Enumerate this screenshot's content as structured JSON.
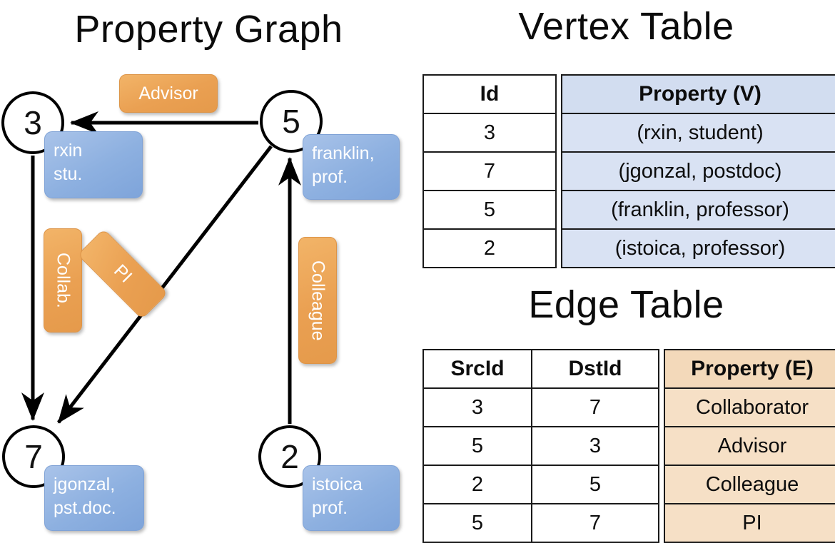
{
  "sections": {
    "property_graph_title": "Property Graph",
    "vertex_table_title": "Vertex Table",
    "edge_table_title": "Edge Table"
  },
  "graph": {
    "nodes": [
      {
        "id": "3",
        "property": "rxin\nstu."
      },
      {
        "id": "5",
        "property": "franklin,\nprof."
      },
      {
        "id": "7",
        "property": "jgonzal,\npst.doc."
      },
      {
        "id": "2",
        "property": "istoica\nprof."
      }
    ],
    "node_labels": {
      "n3": "3",
      "n5": "5",
      "n7": "7",
      "n2": "2"
    },
    "property_boxes": {
      "rxin_line1": "rxin",
      "rxin_line2": "stu.",
      "franklin_line1": "franklin,",
      "franklin_line2": "prof.",
      "jgonzal_line1": "jgonzal,",
      "jgonzal_line2": "pst.doc.",
      "istoica_line1": "istoica",
      "istoica_line2": "prof."
    },
    "edge_labels": {
      "advisor": "Advisor",
      "collab": "Collab.",
      "pi": "PI",
      "colleague": "Colleague"
    },
    "edges": [
      {
        "src": "5",
        "dst": "3",
        "label": "Advisor"
      },
      {
        "src": "3",
        "dst": "7",
        "label": "Collab."
      },
      {
        "src": "5",
        "dst": "7",
        "label": "PI"
      },
      {
        "src": "2",
        "dst": "5",
        "label": "Colleague"
      }
    ]
  },
  "vertex_table": {
    "headers": [
      "Id",
      "Property (V)"
    ],
    "rows": [
      {
        "id": "3",
        "property": "(rxin, student)"
      },
      {
        "id": "7",
        "property": "(jgonzal, postdoc)"
      },
      {
        "id": "5",
        "property": "(franklin, professor)"
      },
      {
        "id": "2",
        "property": "(istoica, professor)"
      }
    ]
  },
  "edge_table": {
    "headers": [
      "SrcId",
      "DstId",
      "Property (E)"
    ],
    "rows": [
      {
        "src": "3",
        "dst": "7",
        "property": "Collaborator"
      },
      {
        "src": "5",
        "dst": "3",
        "property": "Advisor"
      },
      {
        "src": "2",
        "dst": "5",
        "property": "Colleague"
      },
      {
        "src": "5",
        "dst": "7",
        "property": "PI"
      }
    ]
  },
  "colors": {
    "vertex_property_cell": "#d9e2f3",
    "edge_property_cell": "#f6e0c6",
    "node_box_blue": "#8db0e0",
    "edge_label_orange": "#eaa052",
    "stroke": "#000000",
    "background": "#ffffff"
  }
}
